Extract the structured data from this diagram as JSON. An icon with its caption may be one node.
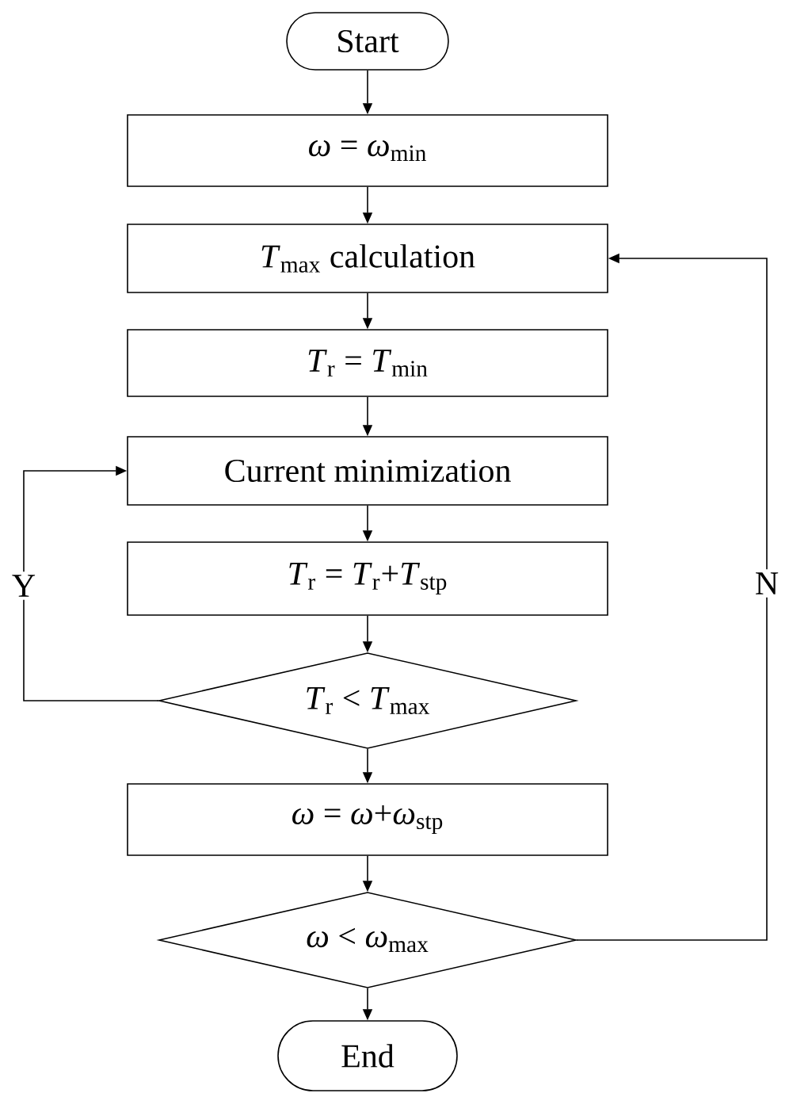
{
  "diagram": {
    "nodes": [
      {
        "text": [
          "Start"
        ]
      },
      {
        "text": [
          "*ω* = *ω*$_{min}$"
        ]
      },
      {
        "text": [
          "*T*$_{max}$ calculation"
        ]
      },
      {
        "text": [
          "*T*$_{r}$ = *T*$_{min}$"
        ]
      },
      {
        "text": [
          "Current minimization"
        ]
      },
      {
        "text": [
          "*T*$_{r}$ = *T*$_{r}$+*T*$_{stp}$"
        ]
      },
      {
        "text": [
          "*T*$_{r}$ < *T*$_{max}$"
        ]
      },
      {
        "text": [
          "*ω* = *ω*+*ω*$_{stp}$"
        ]
      },
      {
        "text": [
          "*ω* < *ω*$_{max}$"
        ]
      },
      {
        "text": [
          "End"
        ]
      }
    ],
    "edges": [
      {
        "from": 0,
        "to": 1,
        "arrow": "to"
      },
      {
        "from": 1,
        "to": 2,
        "arrow": "to"
      },
      {
        "from": 2,
        "to": 3,
        "arrow": "to"
      },
      {
        "from": 3,
        "to": 4,
        "arrow": "to"
      },
      {
        "from": 4,
        "to": 5,
        "arrow": "to"
      },
      {
        "from": 5,
        "to": 6,
        "arrow": "to"
      },
      {
        "from": 6,
        "to": 4,
        "arrow": "to",
        "label": "Y"
      },
      {
        "from": 6,
        "to": 7,
        "arrow": "to"
      },
      {
        "from": 7,
        "to": 8,
        "arrow": "to"
      },
      {
        "from": 8,
        "to": 2,
        "arrow": "to",
        "label": "N"
      },
      {
        "from": 8,
        "to": 9,
        "arrow": "to"
      }
    ]
  }
}
